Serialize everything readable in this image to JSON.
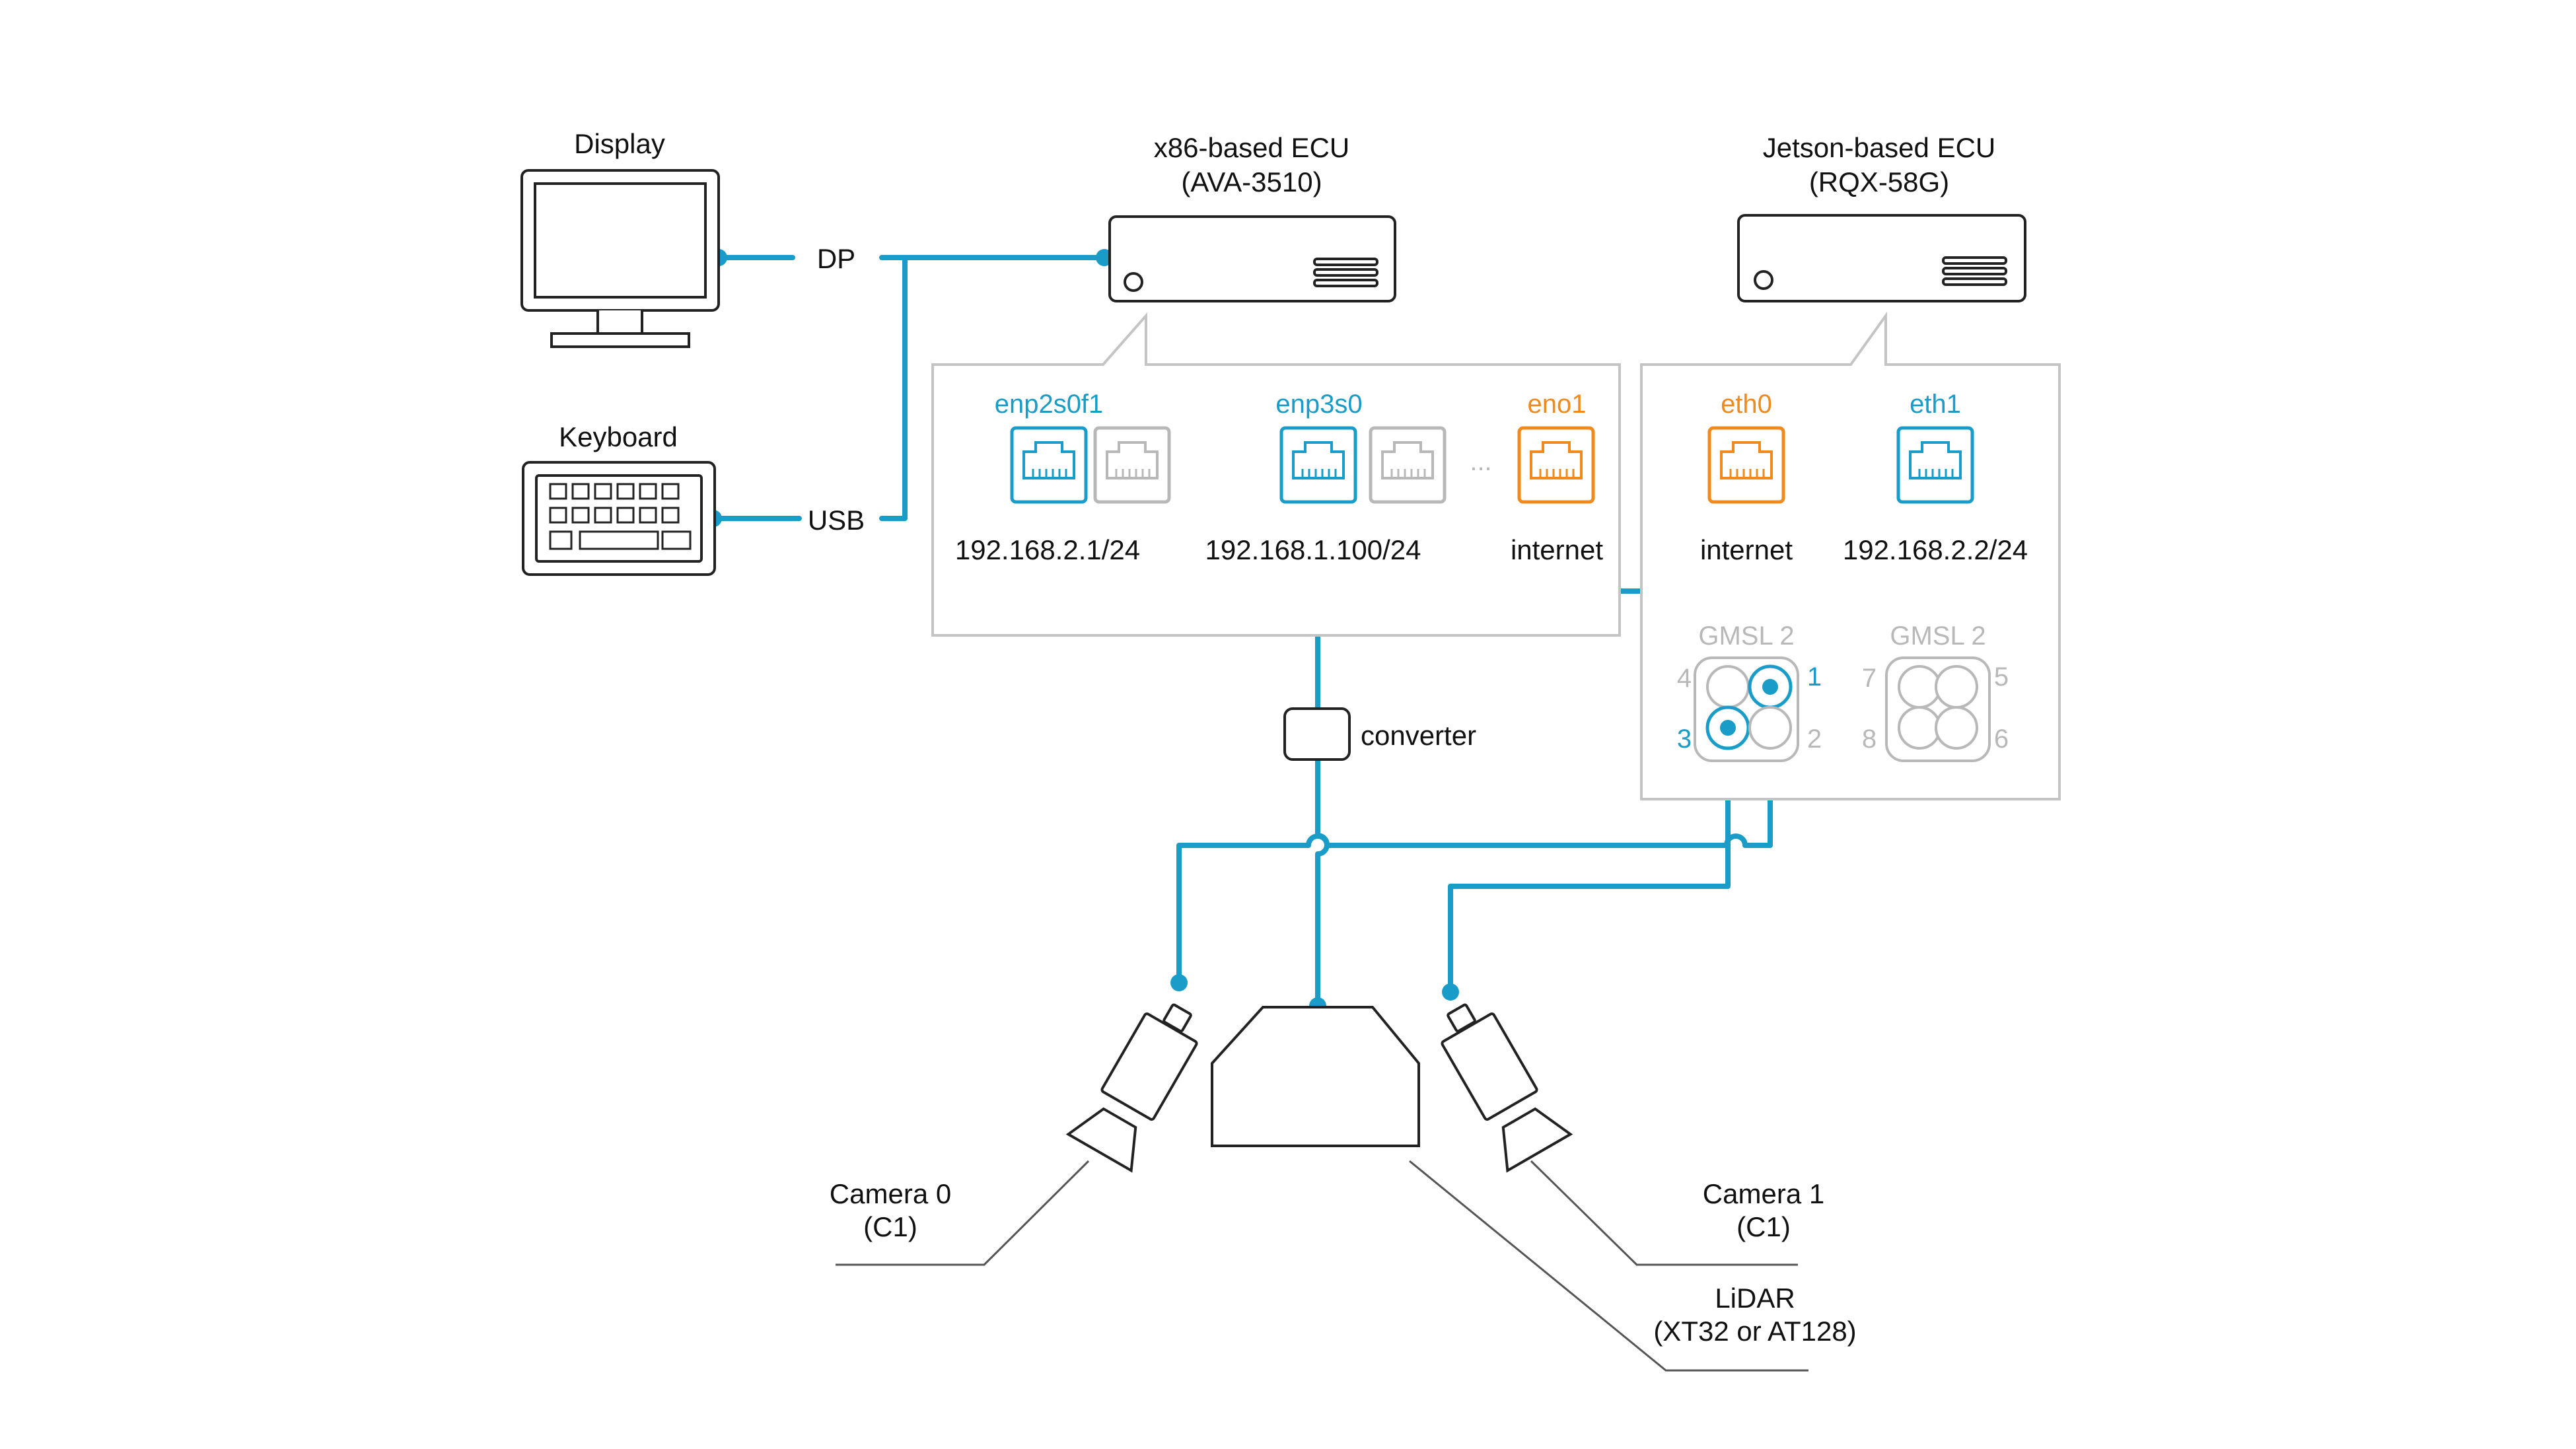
{
  "devices": {
    "display": {
      "label": "Display"
    },
    "keyboard": {
      "label": "Keyboard"
    },
    "x86_ecu": {
      "label_line1": "x86-based ECU",
      "label_line2": "(AVA-3510)"
    },
    "jetson_ecu": {
      "label_line1": "Jetson-based ECU",
      "label_line2": "(RQX-58G)"
    },
    "converter": {
      "label": "converter"
    },
    "camera0": {
      "label_line1": "Camera 0",
      "label_line2": "(C1)"
    },
    "camera1": {
      "label_line1": "Camera 1",
      "label_line2": "(C1)"
    },
    "lidar": {
      "label_line1": "LiDAR",
      "label_line2": "(XT32 or AT128)"
    }
  },
  "connections": {
    "dp": "DP",
    "usb": "USB"
  },
  "x86_ports": [
    {
      "name": "enp2s0f1",
      "address": "192.168.2.1/24",
      "color": "#1a9cc9"
    },
    {
      "name": "enp3s0",
      "address": "192.168.1.100/24",
      "color": "#1a9cc9"
    },
    {
      "name": "eno1",
      "address": "internet",
      "color": "#f08a1d"
    }
  ],
  "x86_ellipsis": "...",
  "jetson_ports": [
    {
      "name": "eth0",
      "address": "internet",
      "color": "#f08a1d"
    },
    {
      "name": "eth1",
      "address": "192.168.2.2/24",
      "color": "#1a9cc9"
    }
  ],
  "gmsl": [
    {
      "label": "GMSL 2",
      "ports": [
        "4",
        "1",
        "3",
        "2"
      ]
    },
    {
      "label": "GMSL 2",
      "ports": [
        "7",
        "5",
        "8",
        "6"
      ]
    }
  ],
  "colors": {
    "link": "#1a9cc9",
    "internet": "#f08a1d",
    "inactive": "#b8b8b8",
    "outline": "#222222"
  }
}
